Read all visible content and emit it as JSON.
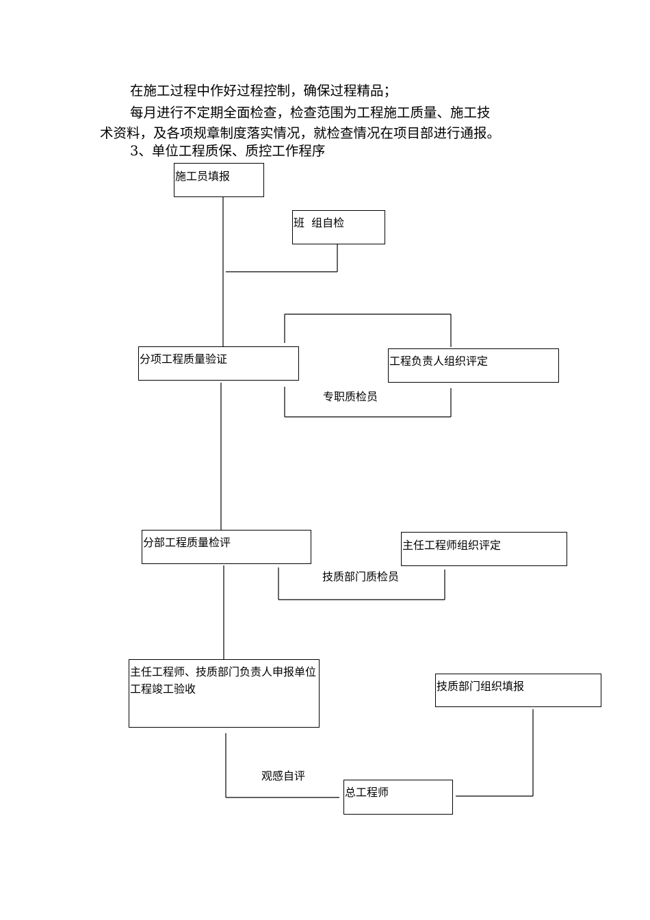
{
  "paragraphs": {
    "p1": "在施工过程中作好过程控制，确保过程精品；",
    "p2_line1": "每月进行不定期全面检查，检查范围为工程施工质量、施工技",
    "p2_line2": "术资料，及各项规章制度落实情况，就检查情况在项目部进行通报。",
    "p3": "3、单位工程质保、质控工作程序"
  },
  "flowchart": {
    "box_worker_report": "施工员填报",
    "box_team_selfcheck": "班  组自检",
    "box_subitem_verify": "分项工程质量验证",
    "box_pm_assess": "工程负责人组织评定",
    "label_inspector": "专职质检员",
    "box_subdivision_assess": "分部工程质量检评",
    "box_chief_assess": "主任工程师组织评定",
    "label_tech_inspector": "技质部门质检员",
    "box_apply_acceptance": "主任工程师、技质部门负责人申报单位工程竣工验收",
    "box_tech_report": "技质部门组织填报",
    "label_visual_selfassess": "观感自评",
    "box_chief_engineer": "总工程师"
  }
}
